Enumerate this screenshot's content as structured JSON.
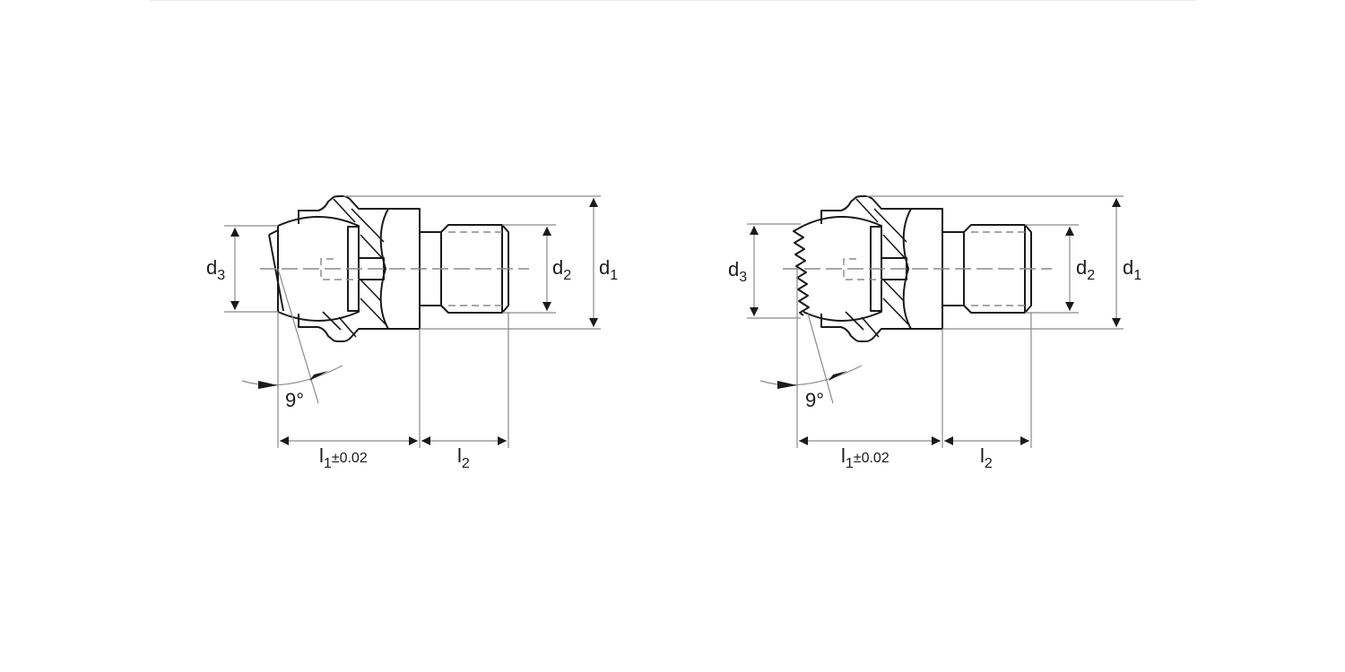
{
  "figure": {
    "type": "technical-drawing",
    "line_color": "#1a1a1a",
    "dim_line_color": "#8a8a8a",
    "views": [
      {
        "name": "smooth-face",
        "labels": {
          "d3": {
            "base": "d",
            "sub": "3"
          },
          "d2": {
            "base": "d",
            "sub": "2"
          },
          "d1": {
            "base": "d",
            "sub": "1"
          },
          "angle": "9°",
          "l1": {
            "base": "l",
            "sub": "1",
            "tolerance": "±0.02"
          },
          "l2": {
            "base": "l",
            "sub": "2"
          }
        }
      },
      {
        "name": "serrated-face",
        "labels": {
          "d3": {
            "base": "d",
            "sub": "3"
          },
          "d2": {
            "base": "d",
            "sub": "2"
          },
          "d1": {
            "base": "d",
            "sub": "1"
          },
          "angle": "9°",
          "l1": {
            "base": "l",
            "sub": "1",
            "tolerance": "±0.02"
          },
          "l2": {
            "base": "l",
            "sub": "2"
          }
        }
      }
    ]
  }
}
